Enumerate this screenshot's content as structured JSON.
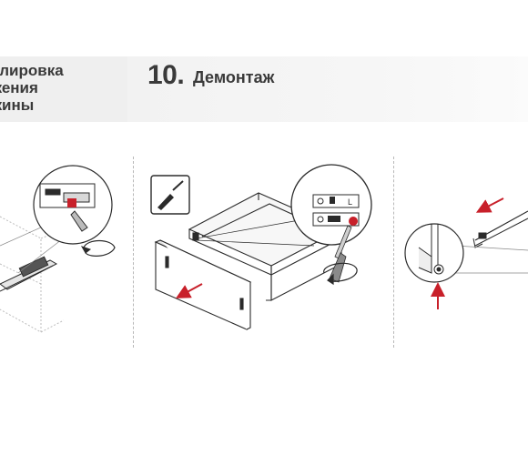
{
  "prev_section": {
    "title_lines": [
      "улировка",
      "жения",
      "жины"
    ]
  },
  "step": {
    "number": "10.",
    "title": "Демонтаж"
  },
  "illustration": {
    "side_label": "L",
    "tool_icon": "screwdriver-icon",
    "colors": {
      "arrow": "#c8202a",
      "line": "#2b2b2b",
      "header_bg": "#f2f2f2"
    }
  }
}
